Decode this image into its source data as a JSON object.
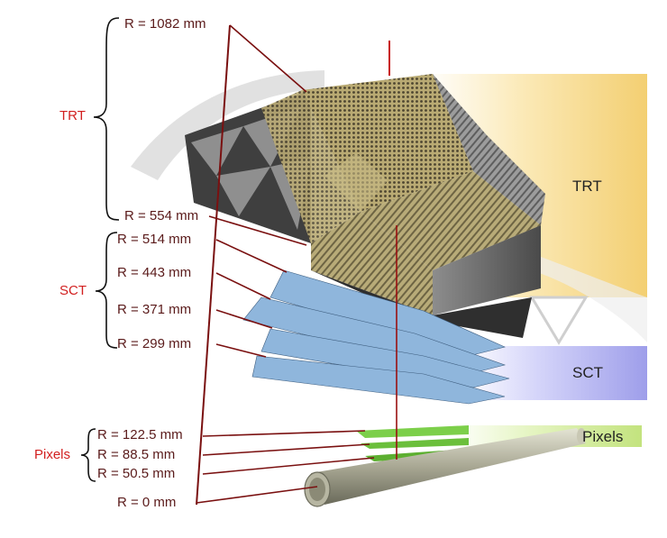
{
  "subdetectors": {
    "trt": "TRT",
    "sct": "SCT",
    "pixels": "Pixels"
  },
  "radii": {
    "r1082": "R = 1082 mm",
    "r554": "R = 554 mm",
    "r514": "R = 514 mm",
    "r443": "R = 443 mm",
    "r371": "R = 371 mm",
    "r299": "R = 299 mm",
    "r1225": "R = 122.5 mm",
    "r885": "R = 88.5 mm",
    "r505": "R = 50.5 mm",
    "r0": "R = 0 mm"
  },
  "bands": {
    "trt": "TRT",
    "sct": "SCT",
    "pixels": "Pixels"
  },
  "colors": {
    "label_red": "#d22020",
    "leader": "#7a1010",
    "trt_band": "#f3d27a",
    "sct_band": "#a9a9f0",
    "pixel_band": "#c9e889",
    "module_blue": "#8fb6dc",
    "pixel_green": "#7ccf4a"
  }
}
